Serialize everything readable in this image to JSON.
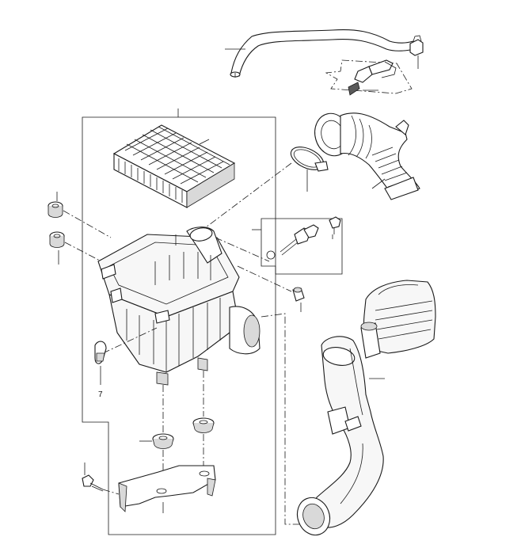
{
  "diagram": {
    "callout_number": "7"
  },
  "parts": [
    {
      "icon": "air-hose-upper"
    },
    {
      "icon": "hose-clamp-small"
    },
    {
      "icon": "mass-air-flow-sensor"
    },
    {
      "icon": "air-intake-duct-bellows"
    },
    {
      "icon": "hose-clamp-large"
    },
    {
      "icon": "air-filter-element"
    },
    {
      "icon": "grommet-upper"
    },
    {
      "icon": "grommet-lower"
    },
    {
      "icon": "temperature-sensor-inset"
    },
    {
      "icon": "bolt"
    },
    {
      "icon": "air-cleaner-housing"
    },
    {
      "icon": "cap"
    },
    {
      "icon": "drain-valve"
    },
    {
      "icon": "mounting-rubber-left"
    },
    {
      "icon": "mounting-rubber-right"
    },
    {
      "icon": "bracket"
    },
    {
      "icon": "screw"
    },
    {
      "icon": "resonator"
    },
    {
      "icon": "air-intake-pipe"
    }
  ],
  "colors": {
    "line": "#1a1a1a",
    "background": "#ffffff",
    "part_fill": "#f7f7f7",
    "shade": "#d9d9d9"
  }
}
